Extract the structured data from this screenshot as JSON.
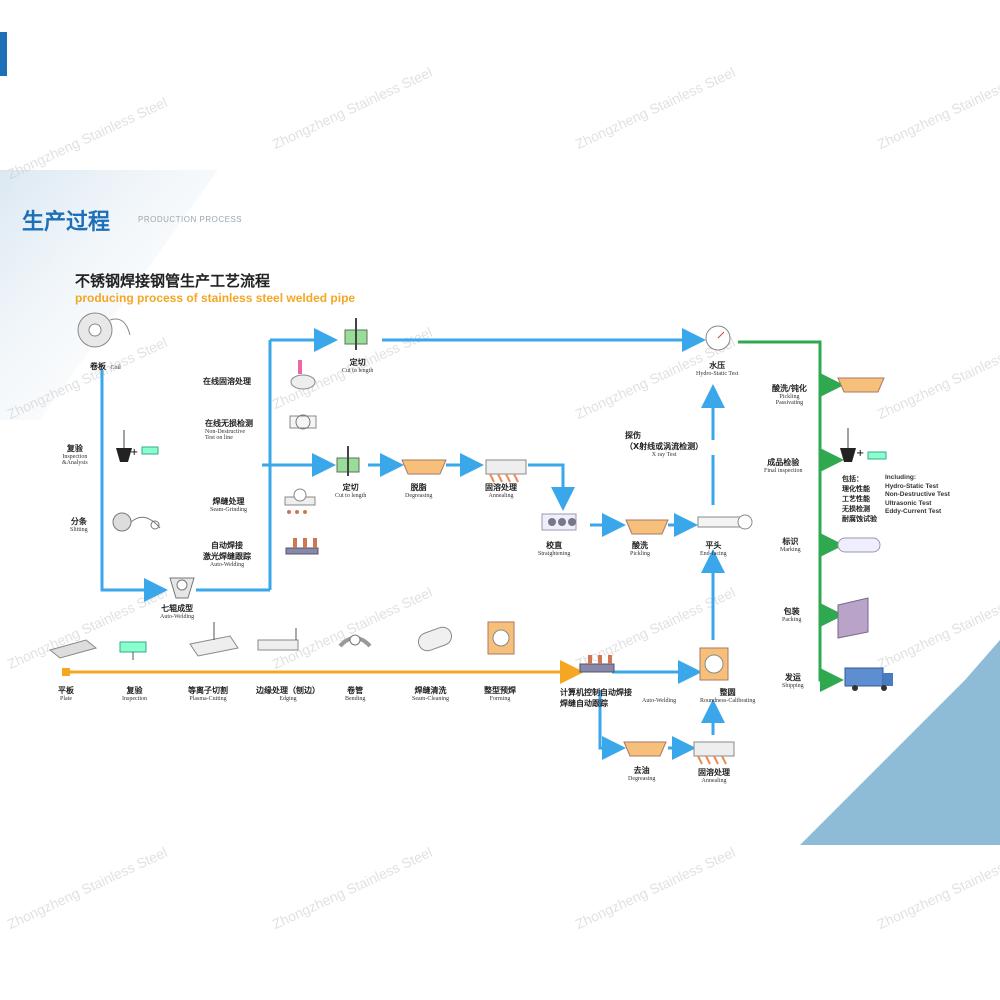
{
  "header": {
    "title_zh": "生产过程",
    "title_en": "PRODUCTION PROCESS"
  },
  "diagram": {
    "title_zh": "不锈钢焊接钢管生产工艺流程",
    "title_en": "producing process of stainless steel welded pipe"
  },
  "watermark": "Zhongzheng Stainless Steel",
  "colors": {
    "blue": "#3aa7ea",
    "orange": "#f5a623",
    "green": "#2fa84f",
    "brand": "#1d6fb8",
    "panel": "#8ebcd7"
  },
  "steps": {
    "coil": {
      "zh": "卷板",
      "en": "Coil"
    },
    "inspection_analysis": {
      "zh": "复验",
      "en1": "Inspection",
      "en2": "&Analysis"
    },
    "slitting": {
      "zh": "分条",
      "en": "Slitting"
    },
    "forming": {
      "zh": "七辊成型",
      "en": "Auto-Welding"
    },
    "online_annealing": {
      "zh": "在线固溶处理"
    },
    "ndt_online": {
      "zh": "在线无损检测",
      "en1": "Non-Destructive",
      "en2": "Test on line"
    },
    "seam_grinding": {
      "zh": "焊缝处理",
      "en": "Seam-Grinding"
    },
    "auto_welding": {
      "zh1": "自动焊接",
      "zh2": "激光焊缝跟踪",
      "en": "Auto-Welding"
    },
    "cut_top": {
      "zh": "定切",
      "en": "Cut to length"
    },
    "cut_mid": {
      "zh": "定切",
      "en": "Cut to length"
    },
    "degreasing_mid": {
      "zh": "脱脂",
      "en": "Degreasing"
    },
    "annealing_mid": {
      "zh": "固溶处理",
      "en": "Annealing"
    },
    "straightening": {
      "zh": "校直",
      "en": "Straightening"
    },
    "pickling_mid": {
      "zh": "酸洗",
      "en": "Pickling"
    },
    "end_facing": {
      "zh": "平头",
      "en": "End-facing"
    },
    "xray": {
      "zh1": "探伤",
      "zh2": "（X射线或涡流检测）",
      "en": "X ray Test"
    },
    "hydro": {
      "zh": "水压",
      "en": "Hydro-Static Test"
    },
    "pickling_passivating": {
      "zh": "酸洗/钝化",
      "en1": "Pickling",
      "en2": "Passivating"
    },
    "final_inspection": {
      "zh": "成品检验",
      "en": "Final inspection"
    },
    "including": {
      "zh": [
        "包括：",
        "理化性能",
        "工艺性能",
        "无损检测",
        "耐腐蚀试验"
      ],
      "en": [
        "Including:",
        "Hydro-Static Test",
        "Non-Destructive Test",
        "Ultrasonic Test",
        "Eddy-Current Test"
      ]
    },
    "marking": {
      "zh": "标识",
      "en": "Marking"
    },
    "packing": {
      "zh": "包装",
      "en": "Packing"
    },
    "shipping": {
      "zh": "发运",
      "en": "Shipping"
    },
    "plate": {
      "zh": "平板",
      "en": "Plate"
    },
    "inspection_plate": {
      "zh": "复验",
      "en": "Inspection"
    },
    "plasma_cutting": {
      "zh": "等离子切割",
      "en": "Plasma-Cutting"
    },
    "edging": {
      "zh": "边缘处理（刨边）",
      "en": "Edging"
    },
    "bending": {
      "zh": "卷管",
      "en": "Bending"
    },
    "seam_cleaning": {
      "zh": "焊缝清洗",
      "en": "Seam-Cleaning"
    },
    "forming_plate": {
      "zh": "整型预焊",
      "en": "Forming"
    },
    "computer_welding": {
      "zh1": "计算机控制自动焊接",
      "zh2": "焊缝自动跟踪",
      "en": "Auto-Welding"
    },
    "roundness": {
      "zh": "整圆",
      "en": "Roundness-Calibrating"
    },
    "degreasing_bottom": {
      "zh": "去油",
      "en": "Degreasing"
    },
    "annealing_bottom": {
      "zh": "固溶处理",
      "en": "Annealing"
    }
  }
}
